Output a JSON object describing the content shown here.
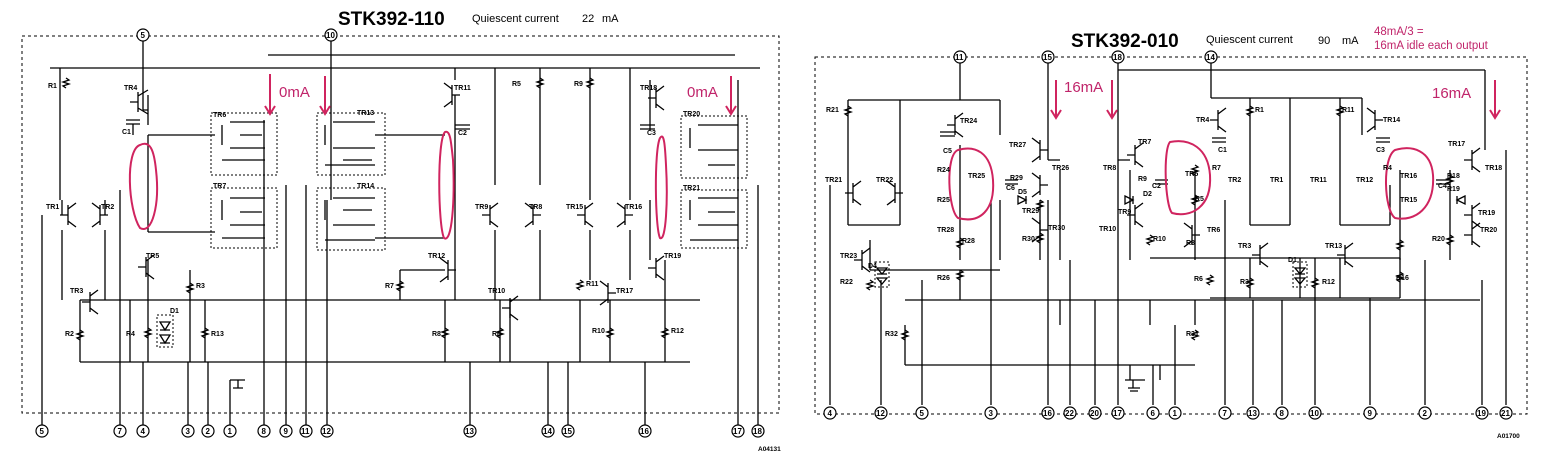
{
  "left": {
    "title": "STK392-110",
    "quiescent_label": "Quiescent current",
    "quiescent_value": "22",
    "quiescent_unit": "mA",
    "annotations": [
      "0mA",
      "0mA"
    ],
    "code": "A04131",
    "pins_top": [
      "5",
      "10"
    ],
    "pins_bottom": [
      "5",
      "7",
      "4",
      "3",
      "2",
      "1",
      "8",
      "9",
      "11",
      "12",
      "13",
      "14",
      "15",
      "16",
      "17",
      "18"
    ],
    "components": [
      "R1",
      "TR4",
      "C1",
      "TR6",
      "TR7",
      "TR1",
      "TR2",
      "TR5",
      "R3",
      "TR3",
      "R2",
      "R4",
      "D1",
      "R13",
      "TR13",
      "TR14",
      "TR11",
      "C2",
      "R5",
      "R9",
      "TR18",
      "C3",
      "TR20",
      "TR21",
      "TR9",
      "TR8",
      "TR15",
      "TR16",
      "TR12",
      "TR19",
      "R7",
      "TR10",
      "R11",
      "TR17",
      "R8",
      "R6",
      "R10",
      "R12"
    ]
  },
  "right": {
    "title": "STK392-010",
    "quiescent_label": "Quiescent current",
    "quiescent_value": "90",
    "quiescent_unit": "mA",
    "note_line1": "48mA/3 =",
    "note_line2": "16mA idle each output",
    "annotations": [
      "16mA",
      "16mA"
    ],
    "code": "A01700",
    "pins_top": [
      "11",
      "15",
      "18",
      "14"
    ],
    "pins_bottom": [
      "4",
      "12",
      "5",
      "3",
      "16",
      "22",
      "20",
      "17",
      "6",
      "1",
      "7",
      "13",
      "8",
      "10",
      "9",
      "2",
      "19",
      "21"
    ],
    "components": [
      "R21",
      "TR24",
      "C5",
      "TR27",
      "TR26",
      "R24",
      "TR25",
      "C6",
      "R29",
      "R25",
      "D5",
      "TR29",
      "TR30",
      "TR21",
      "TR22",
      "TR28",
      "R28",
      "R30",
      "TR23",
      "D4",
      "R22",
      "R26",
      "R32",
      "TR7",
      "TR8",
      "R9",
      "C2",
      "TR5",
      "R7",
      "D2",
      "TR9",
      "R5",
      "TR10",
      "R10",
      "TR6",
      "R8",
      "R6",
      "TR4",
      "C1",
      "R1",
      "TR2",
      "TR1",
      "TR3",
      "D1",
      "R3",
      "R31",
      "R11",
      "TR14",
      "C3",
      "TR17",
      "TR18",
      "TR11",
      "TR12",
      "R4",
      "TR16",
      "C4",
      "R18",
      "R19",
      "TR15",
      "TR19",
      "TR13",
      "R16",
      "R20",
      "TR20",
      "R12"
    ]
  }
}
